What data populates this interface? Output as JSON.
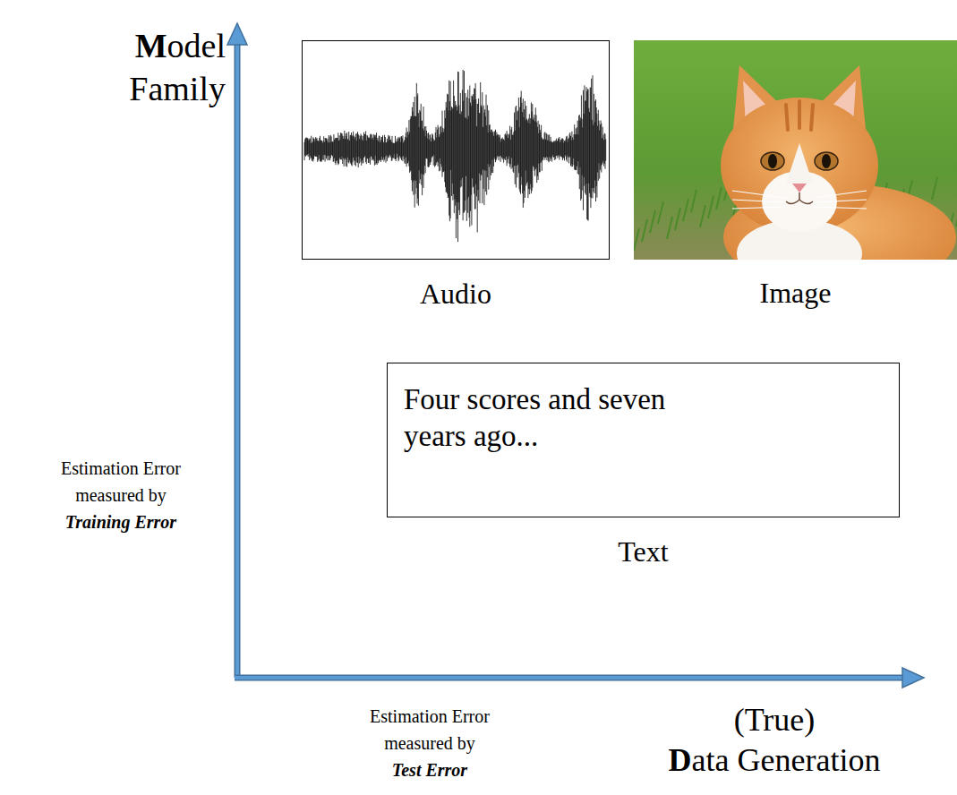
{
  "diagram": {
    "nodes": [
      {
        "text": [
          "Audio"
        ]
      },
      {
        "text": [
          "Image"
        ]
      },
      {
        "text": [
          "Four scores and seven years ago...",
          "Text"
        ]
      }
    ],
    "labels": [
      "Model Family",
      "Estimation Error measured by Training Error",
      "Estimation Error measured by Test Error",
      "(True) Data Generation"
    ]
  }
}
